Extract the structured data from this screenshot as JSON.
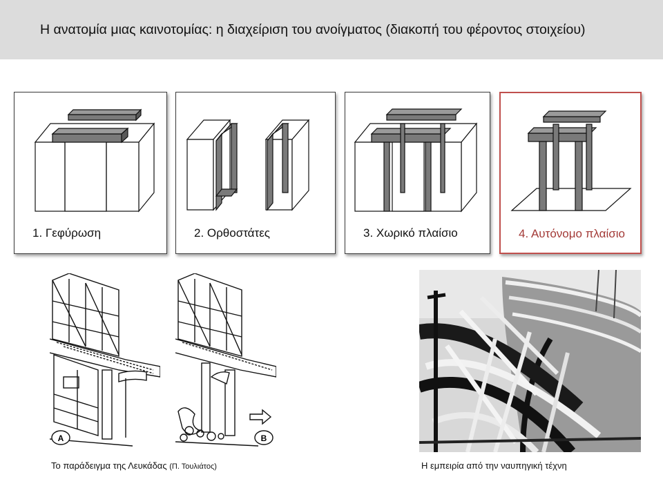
{
  "title": "Η ανατομία μιας καινοτομίας: η διαχείριση του ανοίγματος (διακοπή του φέροντος στοιχείου)",
  "panels": [
    {
      "label": "1. Γεφύρωση"
    },
    {
      "label": "2. Ορθοστάτες"
    },
    {
      "label": "3. Χωρικό πλαίσιο"
    },
    {
      "label": "4. Αυτόνομο πλαίσιο",
      "highlight_color": "#c0504d"
    }
  ],
  "sketch_markers": {
    "a": "A",
    "b": "B"
  },
  "captions": {
    "left_main": "Το παράδειγμα της Λευκάδας",
    "left_author": "(Π. Τουλιάτος)",
    "right": "Η εμπειρία από την ναυπηγική τέχνη"
  }
}
